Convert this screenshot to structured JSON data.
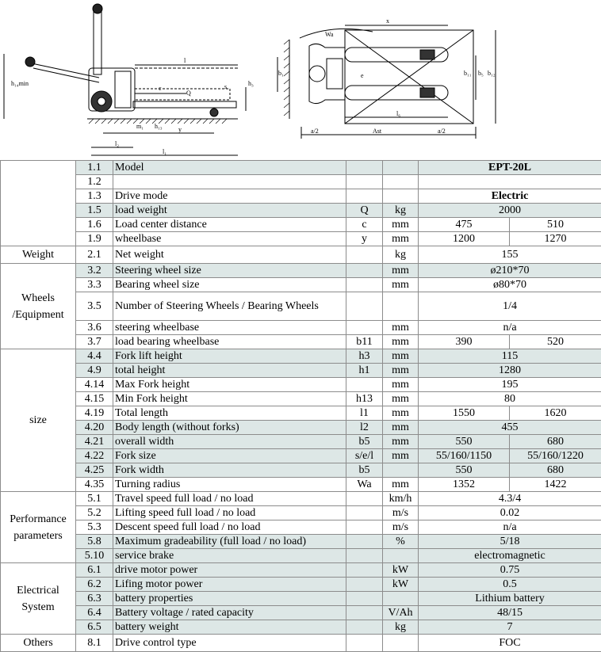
{
  "drawing": {
    "side_labels": {
      "h14": "h₁₄min",
      "l": "l",
      "c": "c",
      "s": "s",
      "h3": "h₃",
      "q": "Q",
      "m1": "m₁",
      "h13": "h₁₃",
      "y": "y",
      "l2": "l₂",
      "l1": "l₁"
    },
    "top_labels": {
      "x": "x",
      "wa": "Wa",
      "b1": "b₁",
      "b11": "b₁₁",
      "b5": "b₅",
      "b12": "b₁₂",
      "e": "e",
      "l6": "l₆",
      "a2_left": "a/2",
      "ast": "Ast",
      "a2_right": "a/2"
    }
  },
  "table": {
    "header": {
      "num": "1.1",
      "param": "Model",
      "value": "EPT-20L"
    },
    "groups": {
      "weight": "Weight",
      "wheels": "Wheels /Equipment",
      "size": "size",
      "performance": "Performance parameters",
      "electrical": "Electrical System",
      "others": "Others"
    },
    "rows": [
      {
        "num": "1.2",
        "param": "",
        "sym": "",
        "unit": "",
        "v1": "",
        "v2": ""
      },
      {
        "num": "1.3",
        "param": "Drive mode",
        "sym": "",
        "unit": "",
        "v1": "Electric",
        "v2": ""
      },
      {
        "num": "1.5",
        "param": "load weight",
        "sym": "Q",
        "unit": "kg",
        "v1": "2000",
        "v2": ""
      },
      {
        "num": "1.6",
        "param": "Load center distance",
        "sym": "c",
        "unit": "mm",
        "v1": "475",
        "v2": "510"
      },
      {
        "num": "1.9",
        "param": "wheelbase",
        "sym": "y",
        "unit": "mm",
        "v1": "1200",
        "v2": "1270"
      },
      {
        "num": "2.1",
        "param": "Net weight",
        "sym": "",
        "unit": "kg",
        "v1": "155",
        "v2": ""
      },
      {
        "num": "3.2",
        "param": "Steering wheel size",
        "sym": "",
        "unit": "mm",
        "v1": "ø210*70",
        "v2": ""
      },
      {
        "num": "3.3",
        "param": "Bearing wheel size",
        "sym": "",
        "unit": "mm",
        "v1": "ø80*70",
        "v2": ""
      },
      {
        "num": "3.5",
        "param": "Number of Steering Wheels / Bearing Wheels",
        "sym": "",
        "unit": "",
        "v1": "1/4",
        "v2": ""
      },
      {
        "num": "3.6",
        "param": "steering wheelbase",
        "sym": "",
        "unit": "mm",
        "v1": "n/a",
        "v2": ""
      },
      {
        "num": "3.7",
        "param": "load bearing wheelbase",
        "sym": "b11",
        "unit": "mm",
        "v1": "390",
        "v2": "520"
      },
      {
        "num": "4.4",
        "param": "Fork lift height",
        "sym": "h3",
        "unit": "mm",
        "v1": "115",
        "v2": ""
      },
      {
        "num": "4.9",
        "param": "total height",
        "sym": "h1",
        "unit": "mm",
        "v1": "1280",
        "v2": ""
      },
      {
        "num": "4.14",
        "param": "Max Fork  height",
        "sym": "",
        "unit": "mm",
        "v1": "195",
        "v2": ""
      },
      {
        "num": "4.15",
        "param": "Min Fork height",
        "sym": "h13",
        "unit": "mm",
        "v1": "80",
        "v2": ""
      },
      {
        "num": "4.19",
        "param": "Total length",
        "sym": "l1",
        "unit": "mm",
        "v1": "1550",
        "v2": "1620"
      },
      {
        "num": "4.20",
        "param": "Body length (without forks)",
        "sym": "l2",
        "unit": "mm",
        "v1": "455",
        "v2": ""
      },
      {
        "num": "4.21",
        "param": "overall width",
        "sym": "b5",
        "unit": "mm",
        "v1": "550",
        "v2": "680"
      },
      {
        "num": "4.22",
        "param": "Fork size",
        "sym": "s/e/l",
        "unit": "mm",
        "v1": "55/160/1150",
        "v2": "55/160/1220"
      },
      {
        "num": "4.25",
        "param": "Fork width",
        "sym": "b5",
        "unit": "",
        "v1": "550",
        "v2": "680"
      },
      {
        "num": "4.35",
        "param": "Turning radius",
        "sym": "Wa",
        "unit": "mm",
        "v1": "1352",
        "v2": "1422"
      },
      {
        "num": "5.1",
        "param": "Travel speed full load / no load",
        "sym": "",
        "unit": "km/h",
        "v1": "4.3/4",
        "v2": ""
      },
      {
        "num": "5.2",
        "param": "Lifting speed full load / no load",
        "sym": "",
        "unit": "m/s",
        "v1": "0.02",
        "v2": ""
      },
      {
        "num": "5.3",
        "param": "Descent speed full load / no load",
        "sym": "",
        "unit": "m/s",
        "v1": "n/a",
        "v2": ""
      },
      {
        "num": "5.8",
        "param": "Maximum gradeability (full load / no load)",
        "sym": "",
        "unit": "%",
        "v1": "5/18",
        "v2": ""
      },
      {
        "num": "5.10",
        "param": "service brake",
        "sym": "",
        "unit": "",
        "v1": "electromagnetic",
        "v2": ""
      },
      {
        "num": "6.1",
        "param": "drive motor power",
        "sym": "",
        "unit": "kW",
        "v1": "0.75",
        "v2": ""
      },
      {
        "num": "6.2",
        "param": "Lifing motor power",
        "sym": "",
        "unit": "kW",
        "v1": "0.5",
        "v2": ""
      },
      {
        "num": "6.3",
        "param": "battery properties",
        "sym": "",
        "unit": "",
        "v1": "Lithium battery",
        "v2": ""
      },
      {
        "num": "6.4",
        "param": "Battery voltage / rated capacity",
        "sym": "",
        "unit": "V/Ah",
        "v1": "48/15",
        "v2": ""
      },
      {
        "num": "6.5",
        "param": "battery weight",
        "sym": "",
        "unit": "kg",
        "v1": "7",
        "v2": ""
      },
      {
        "num": "8.1",
        "param": "Drive control type",
        "sym": "",
        "unit": "",
        "v1": "FOC",
        "v2": ""
      }
    ]
  }
}
